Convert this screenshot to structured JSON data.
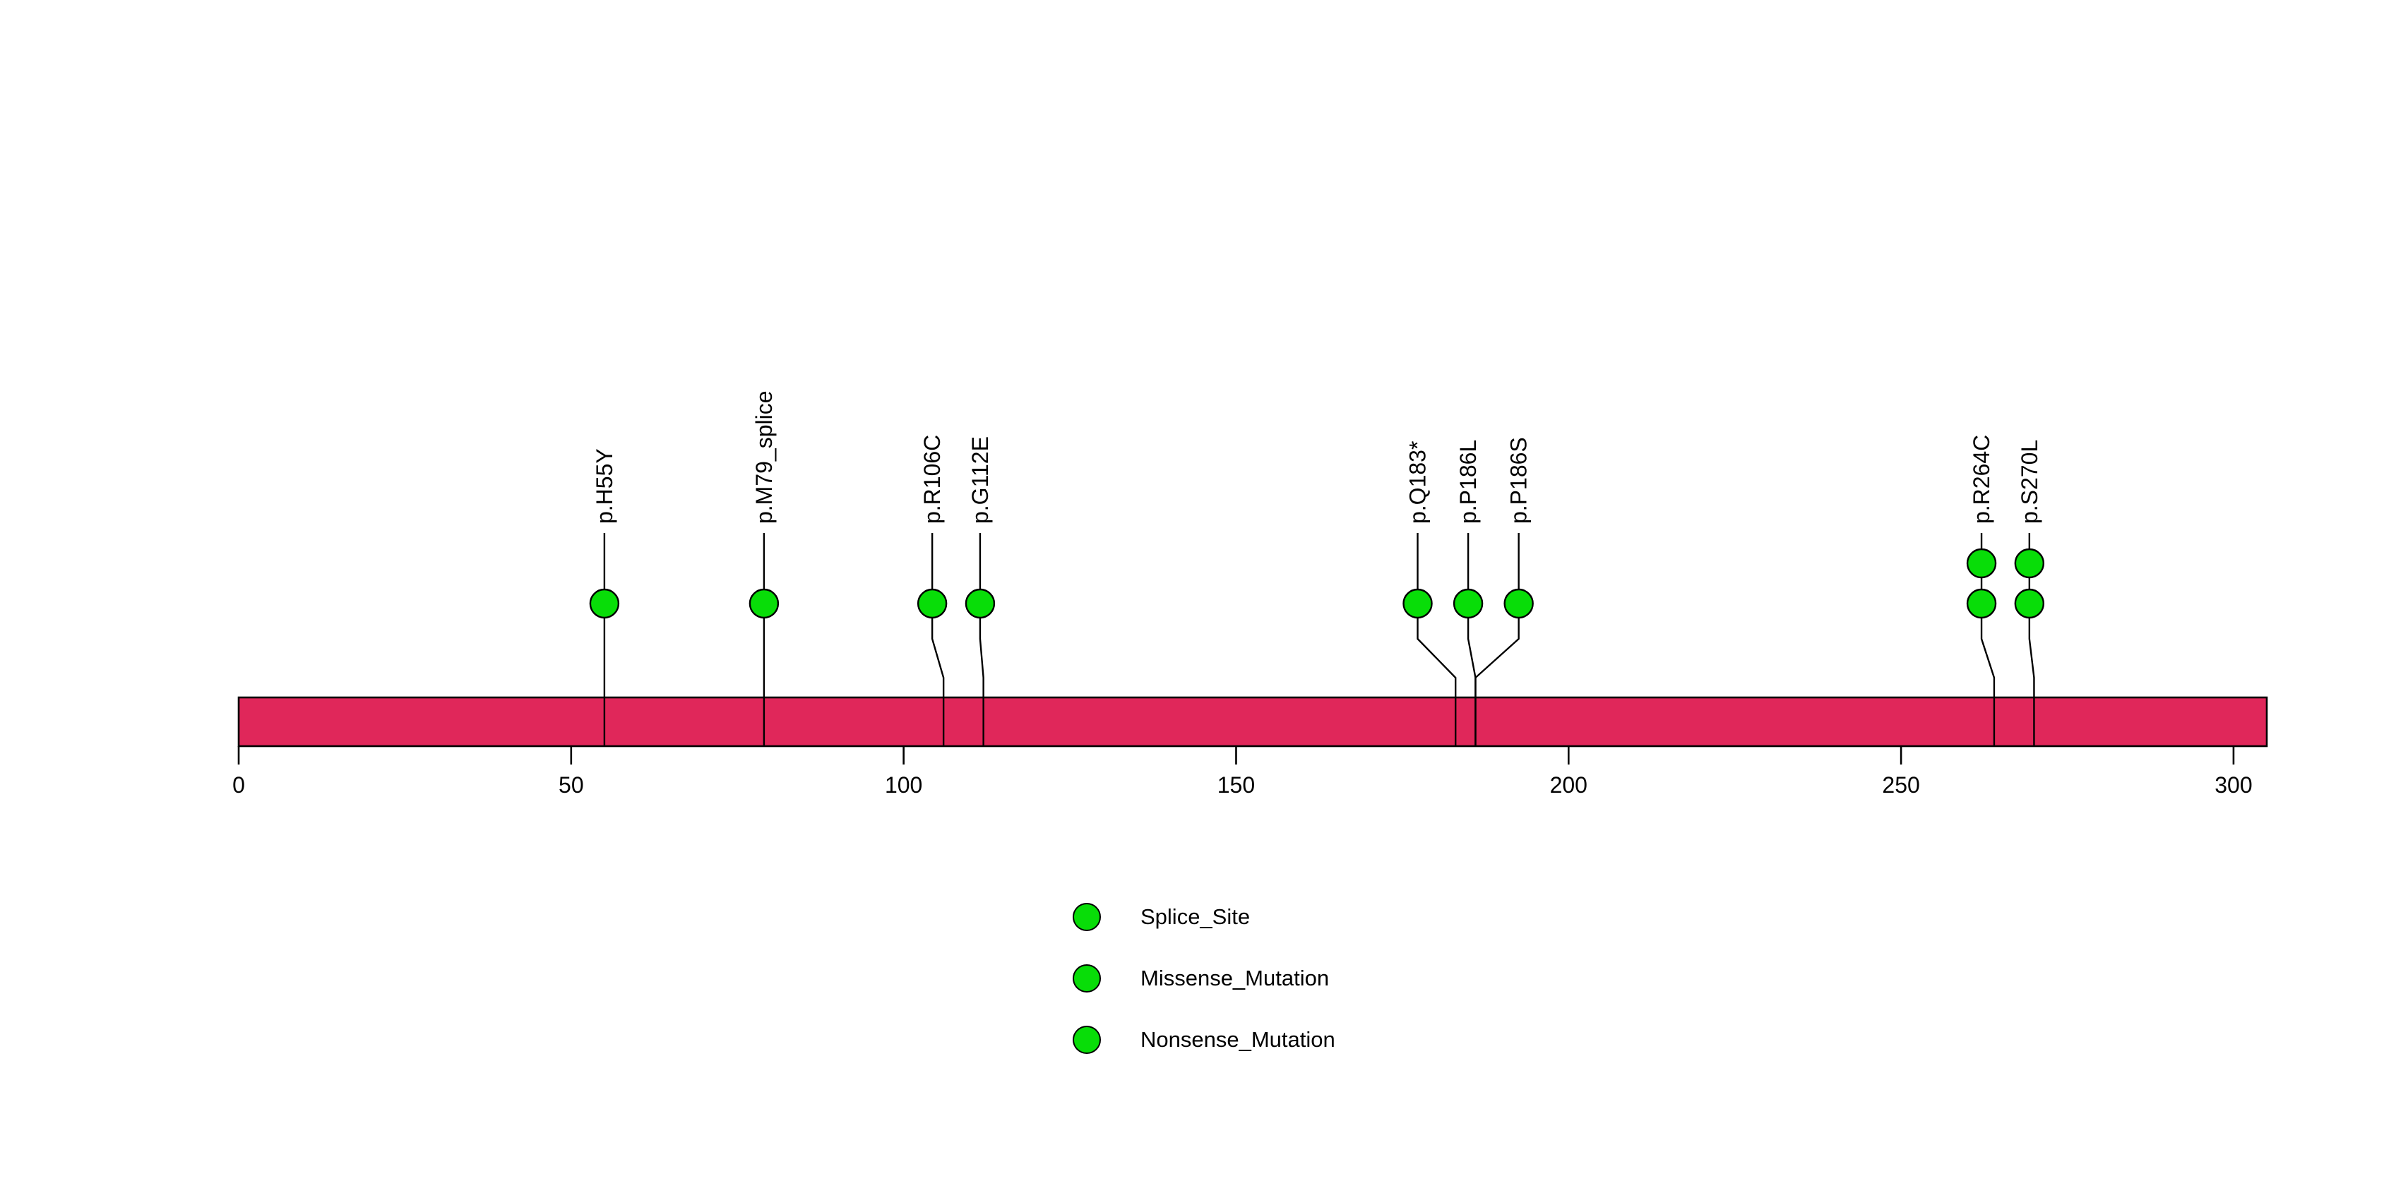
{
  "chart_data": {
    "type": "lollipop",
    "title": "",
    "xlabel": "",
    "ylabel": "",
    "axis": {
      "xlim": [
        0,
        305
      ],
      "ticks": [
        0,
        50,
        100,
        150,
        200,
        250,
        300
      ],
      "grid": false
    },
    "protein_bar": {
      "start": 0,
      "end": 305,
      "color": "#E0275A",
      "outline_color": "#000000"
    },
    "point_color": "#08DD08",
    "point_outline_color": "#000000",
    "stem_color": "#000000",
    "mutations": [
      {
        "label": "p.H55Y",
        "pos": 55,
        "display_pos": 55,
        "count": 1
      },
      {
        "label": "p.M79_splice",
        "pos": 79,
        "display_pos": 79,
        "count": 1
      },
      {
        "label": "p.R106C",
        "pos": 106,
        "display_pos": 104.3,
        "count": 1
      },
      {
        "label": "p.G112E",
        "pos": 112,
        "display_pos": 111.5,
        "count": 1
      },
      {
        "label": "p.Q183*",
        "pos": 183,
        "display_pos": 177.3,
        "count": 1
      },
      {
        "label": "p.P186L",
        "pos": 186,
        "display_pos": 184.9,
        "count": 1
      },
      {
        "label": "p.P186S",
        "pos": 186,
        "display_pos": 192.5,
        "count": 1
      },
      {
        "label": "p.R264C",
        "pos": 264,
        "display_pos": 262.1,
        "count": 2
      },
      {
        "label": "p.S270L",
        "pos": 270,
        "display_pos": 269.3,
        "count": 2
      }
    ],
    "legend": {
      "position": "bottom-center",
      "items": [
        {
          "label": "Splice_Site",
          "color": "#08DD08"
        },
        {
          "label": "Missense_Mutation",
          "color": "#08DD08"
        },
        {
          "label": "Nonsense_Mutation",
          "color": "#08DD08"
        }
      ]
    }
  }
}
